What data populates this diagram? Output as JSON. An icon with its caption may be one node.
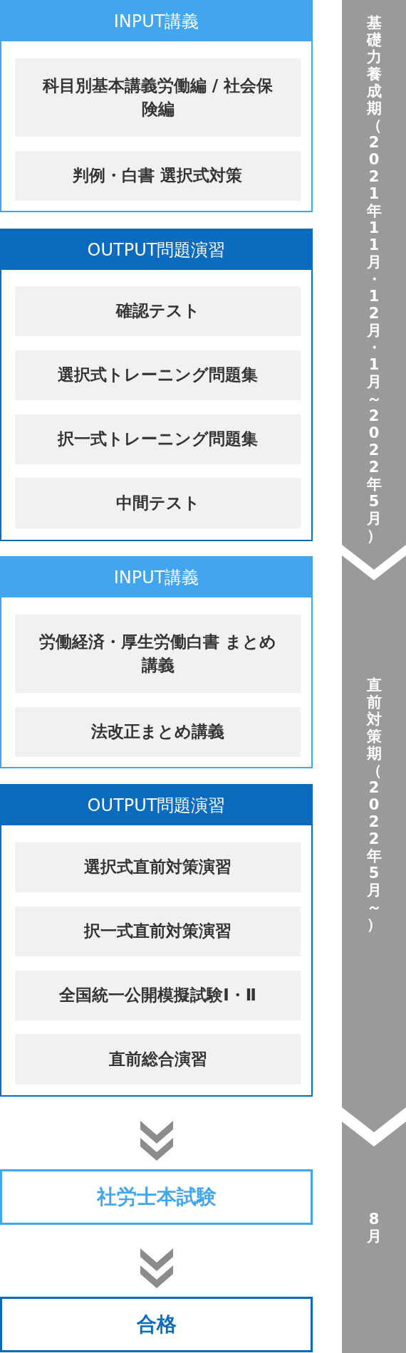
{
  "diagram": {
    "nodes": [
      {
        "text": [
          "INPUT講義"
        ]
      },
      {
        "text": [
          "科目別基本講義労働編 / 社会保険編"
        ],
        "in": 0
      },
      {
        "text": [
          "判例・白書 選択式対策"
        ],
        "in": 0
      },
      {
        "text": [
          "OUTPUT問題演習"
        ]
      },
      {
        "text": [
          "確認テスト"
        ],
        "in": 3
      },
      {
        "text": [
          "選択式トレーニング問題集"
        ],
        "in": 3
      },
      {
        "text": [
          "択一式トレーニング問題集"
        ],
        "in": 3
      },
      {
        "text": [
          "中間テスト"
        ],
        "in": 3
      },
      {
        "text": [
          "INPUT講義"
        ]
      },
      {
        "text": [
          "労働経済・厚生労働白書 まとめ講義"
        ],
        "in": 8
      },
      {
        "text": [
          "法改正まとめ講義"
        ],
        "in": 8
      },
      {
        "text": [
          "OUTPUT問題演習"
        ]
      },
      {
        "text": [
          "選択式直前対策演習"
        ],
        "in": 11
      },
      {
        "text": [
          "択一式直前対策演習"
        ],
        "in": 11
      },
      {
        "text": [
          "全国統一公開模擬試験Ⅰ・Ⅱ"
        ],
        "in": 11
      },
      {
        "text": [
          "直前総合演習"
        ],
        "in": 11
      },
      {
        "text": [
          "社労士本試験"
        ]
      },
      {
        "text": [
          "合格"
        ]
      },
      {
        "text": [
          "基礎力養成期（2021年11月・12月・1月～2022年5月）"
        ]
      },
      {
        "text": [
          "直前対策期（2022年5月～）"
        ]
      },
      {
        "text": [
          "8月"
        ]
      }
    ],
    "edges": [
      {
        "from": 11,
        "to": 16,
        "arrow": "to"
      },
      {
        "from": 16,
        "to": 17,
        "arrow": "to"
      }
    ]
  }
}
